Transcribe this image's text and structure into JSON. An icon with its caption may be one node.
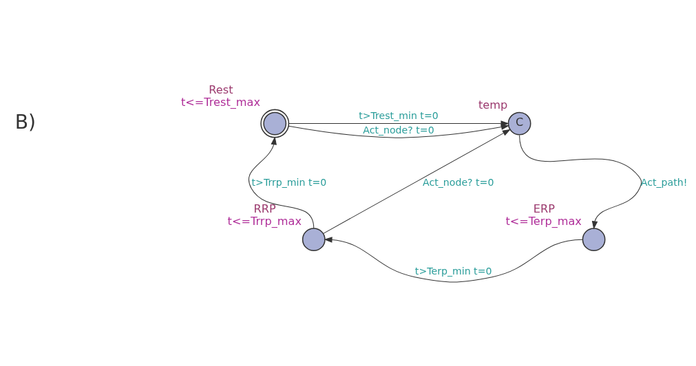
{
  "diagram": {
    "nodes": [
      {
        "text": [],
        "shape": "circle",
        "beside": [
          "Rest",
          "t<=Trest_max"
        ]
      },
      {
        "text": [
          "C"
        ],
        "beside": [
          "temp"
        ]
      },
      {
        "text": [],
        "shape": "circle",
        "beside": [
          "ERP",
          "t<=Terp_max"
        ]
      },
      {
        "text": [],
        "shape": "circle",
        "beside": [
          "RRP",
          "t<=Trrp_max"
        ]
      }
    ],
    "edges": [
      {
        "from": 0,
        "to": 1,
        "arrow": "to",
        "label": "t>Trest_min t=0"
      },
      {
        "from": 0,
        "to": 1,
        "arrow": "to",
        "label": "Act_node? t=0"
      },
      {
        "from": 1,
        "to": 2,
        "arrow": "to",
        "label": "Act_path!"
      },
      {
        "from": 2,
        "to": 3,
        "arrow": "to",
        "label": "t>Terp_min t=0"
      },
      {
        "from": 3,
        "to": 1,
        "arrow": "to",
        "label": "Act_node? t=0"
      },
      {
        "from": 3,
        "to": 0,
        "arrow": "to",
        "label": "t>Trrp_min t=0"
      }
    ],
    "labels": [
      "B)"
    ]
  }
}
